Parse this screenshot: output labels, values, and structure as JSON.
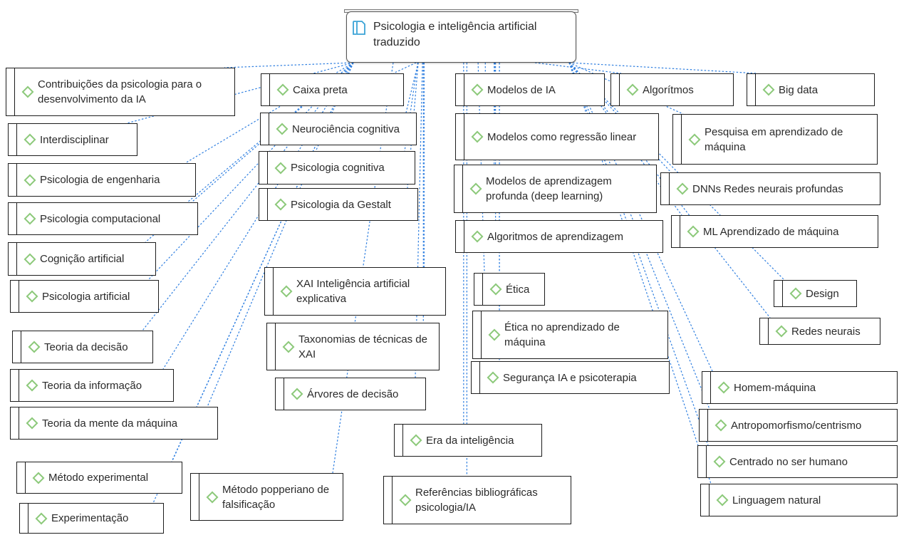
{
  "colors": {
    "link": "#2f7fe0",
    "icon": "#8cc97a",
    "root_icon": "#3aa3d6",
    "border": "#1c1c1c"
  },
  "root": {
    "label": "Psicologia e inteligência artificial traduzido",
    "icon": "document-icon"
  },
  "topics": {
    "contribuicoes": "Contribuições da psicologia para o desenvolvimento da IA",
    "interdisciplinar": "Interdisciplinar",
    "psi_engenharia": "Psicologia de engenharia",
    "psi_computacional": "Psicologia computacional",
    "cognicao_artificial": "Cognição artificial",
    "psi_artificial": "Psicologia artificial",
    "teoria_decisao": "Teoria da decisão",
    "teoria_informacao": "Teoria da informação",
    "teoria_mente": "Teoria da mente  da máquina",
    "metodo_experimental": "Método experimental",
    "experimentacao": "Experimentação",
    "caixa_preta": "Caixa preta",
    "neurociencia": "Neurociência cognitiva",
    "psi_cognitiva": "Psicologia cognitiva",
    "psi_gestalt": "Psicologia da Gestalt",
    "xai": "XAI Inteligência artificial explicativa",
    "taxonomias": "Taxonomias de técnicas de XAI",
    "arvores": "Árvores de decisão",
    "metodo_popperiano": "Método popperiano de falsificação",
    "modelos_ia": "Modelos de IA",
    "modelos_regressao": "Modelos como regressão linear",
    "modelos_deep": "Modelos de aprendizagem profunda (deep learning)",
    "algoritmos_aprendizagem": "Algoritmos de aprendizagem",
    "etica": "Ética",
    "etica_ml": "Ética no aprendizado de máquina",
    "seguranca": "Segurança IA e psicoterapia",
    "era": "Era da inteligência",
    "referencias": "Referências bibliográficas psicologia/IA",
    "algoritmos": "Algorítmos",
    "big_data": "Big data",
    "pesquisa_am": "Pesquisa em aprendizado de máquina",
    "dnns": "DNNs Redes neurais profundas",
    "ml": "ML Aprendizado de máquina",
    "design": "Design",
    "redes_neurais": "Redes neurais",
    "homem_maquina": "Homem-máquina",
    "antropomorfismo": "Antropomorfismo/centrismo",
    "centrado": "Centrado no ser humano",
    "linguagem": "Linguagem natural"
  }
}
